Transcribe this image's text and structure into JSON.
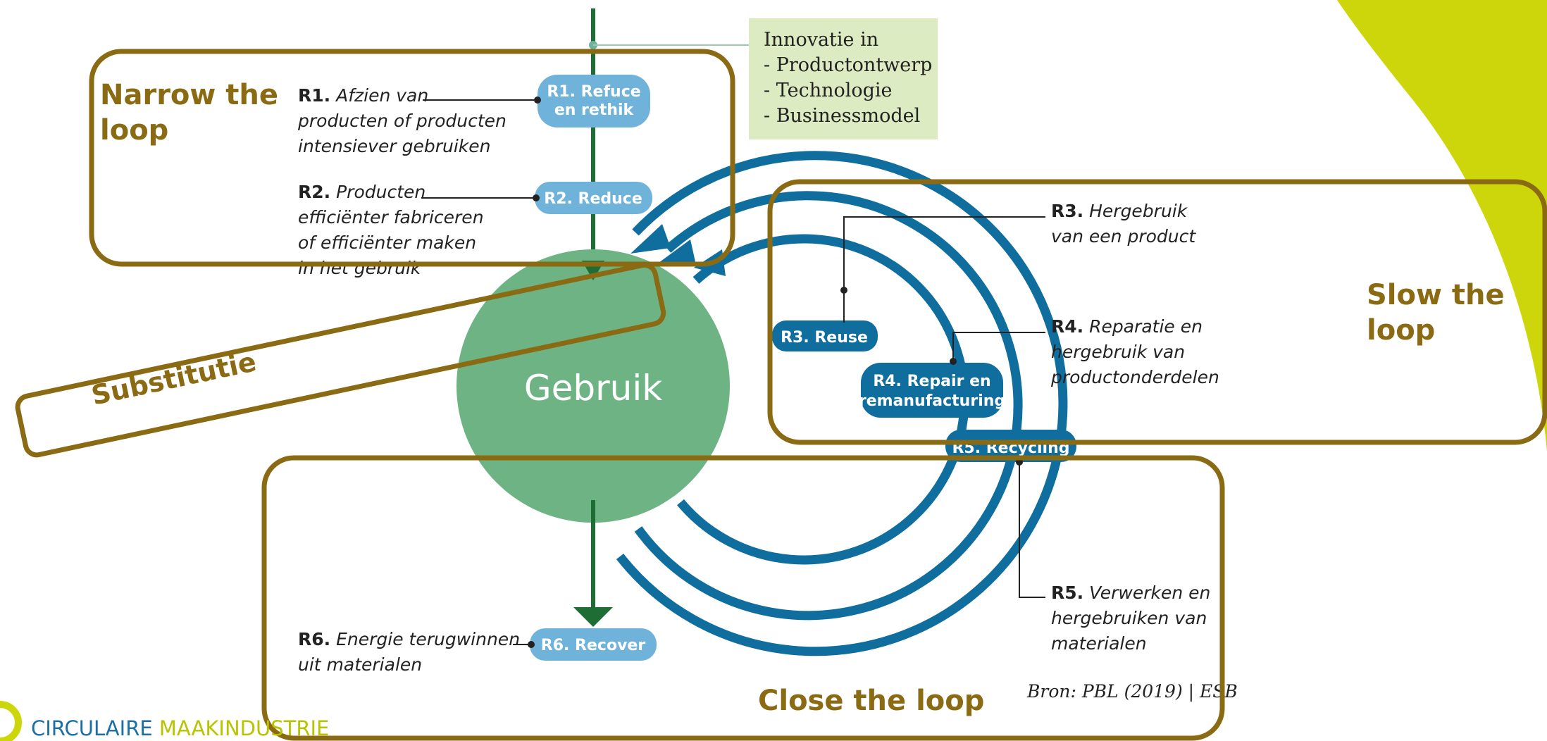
{
  "innovation": {
    "heading": "Innovatie in",
    "items": [
      "- Productontwerp",
      "- Technologie",
      "- Businessmodel"
    ]
  },
  "center": {
    "label": "Gebruik"
  },
  "pills": {
    "r1": [
      "R1. Refuce",
      "en rethik"
    ],
    "r2": "R2. Reduce",
    "r3": "R3. Reuse",
    "r4": [
      "R4. Repair en",
      "remanufacturing"
    ],
    "r5": "R5. Recycling",
    "r6": "R6. Recover"
  },
  "descriptions": {
    "r1": {
      "code": "R1.",
      "lines": [
        "Afzien van",
        "producten of producten",
        "intensiever gebruiken"
      ]
    },
    "r2": {
      "code": "R2.",
      "lines": [
        "Producten",
        "efficiënter fabriceren",
        "of efficiënter maken",
        "in het gebruik"
      ]
    },
    "r3": {
      "code": "R3.",
      "lines": [
        "Hergebruik",
        "van een product"
      ]
    },
    "r4": {
      "code": "R4.",
      "lines": [
        "Reparatie en",
        "hergebruik van",
        "productonderdelen"
      ]
    },
    "r5": {
      "code": "R5.",
      "lines": [
        "Verwerken en",
        "hergebruiken van",
        "materialen"
      ]
    },
    "r6": {
      "code": "R6.",
      "lines": [
        "Energie terugwinnen",
        "uit materialen"
      ]
    }
  },
  "source": "Bron: PBL (2019) | ESB",
  "annotations": {
    "narrow": [
      "Narrow the",
      "loop"
    ],
    "slow": [
      "Slow the",
      "loop"
    ],
    "close": "Close the loop",
    "substitution": "Substitutie"
  },
  "footer": {
    "part1": "CIRCULAIRE ",
    "part2": "MAAKINDUSTRIE"
  },
  "colors": {
    "accent_lime": "#cdd60a",
    "gold_frame": "#8a6a12",
    "dark_blue": "#0f6e9e",
    "light_blue": "#6fb2da",
    "green": "#6db383",
    "dark_green": "#1d6d34",
    "innovation_bg": "#dcebc2",
    "footer_blue": "#1b6fa5",
    "footer_lime": "#b9c400"
  }
}
